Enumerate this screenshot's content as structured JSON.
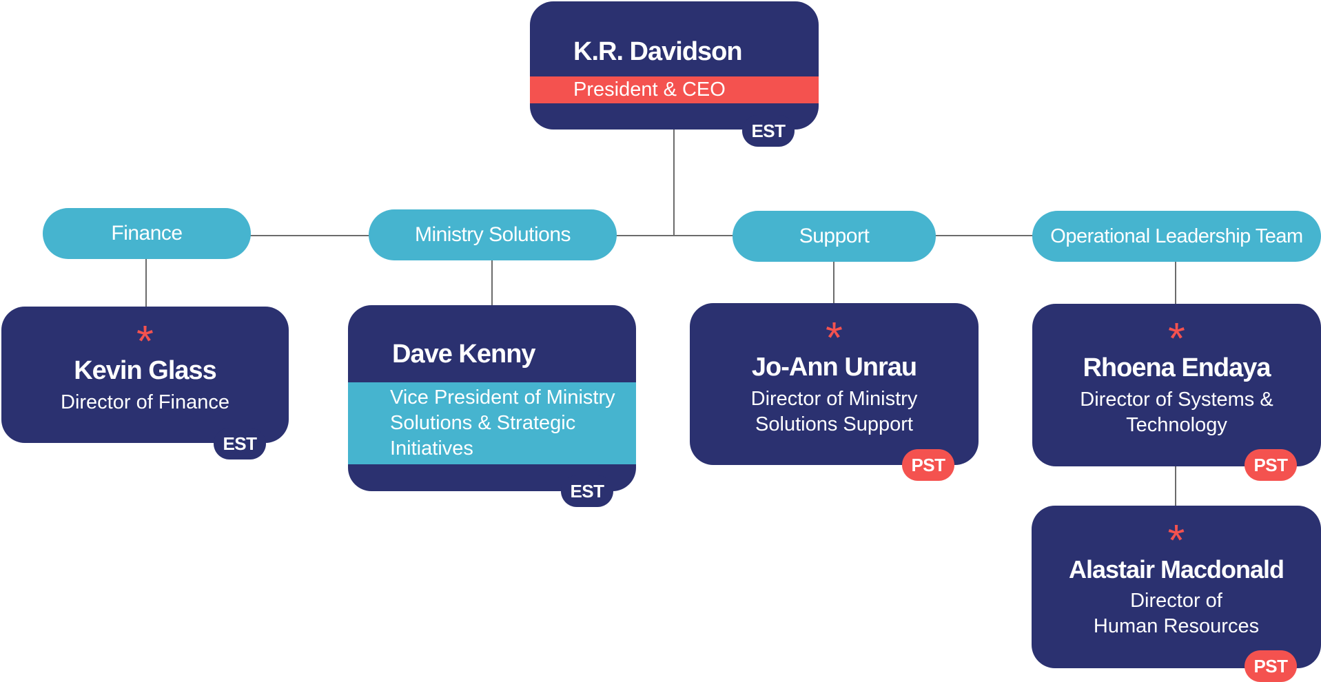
{
  "ceo": {
    "name": "K.R. Davidson",
    "title": "President & CEO",
    "timezone": "EST"
  },
  "departments": {
    "finance": "Finance",
    "ministry": "Ministry Solutions",
    "support": "Support",
    "olt": "Operational Leadership Team"
  },
  "people": {
    "kevin": {
      "name": "Kevin Glass",
      "title": "Director of Finance",
      "timezone": "EST"
    },
    "dave": {
      "name": "Dave Kenny",
      "title_lines": [
        "Vice President of Ministry",
        "Solutions & Strategic",
        "Initiatives"
      ],
      "timezone": "EST"
    },
    "joann": {
      "name": "Jo-Ann Unrau",
      "title_lines": [
        "Director of Ministry",
        "Solutions Support"
      ],
      "timezone": "PST"
    },
    "rhoena": {
      "name": "Rhoena Endaya",
      "title_lines": [
        "Director of Systems &",
        "Technology"
      ],
      "timezone": "PST"
    },
    "alastair": {
      "name": "Alastair Macdonald",
      "title_lines": [
        "Director of",
        "Human Resources"
      ],
      "timezone": "PST"
    }
  },
  "marker": "*",
  "colors": {
    "navy": "#2b3170",
    "coral": "#f4524f",
    "teal": "#46b4cf",
    "connector": "#6b6b6b"
  }
}
